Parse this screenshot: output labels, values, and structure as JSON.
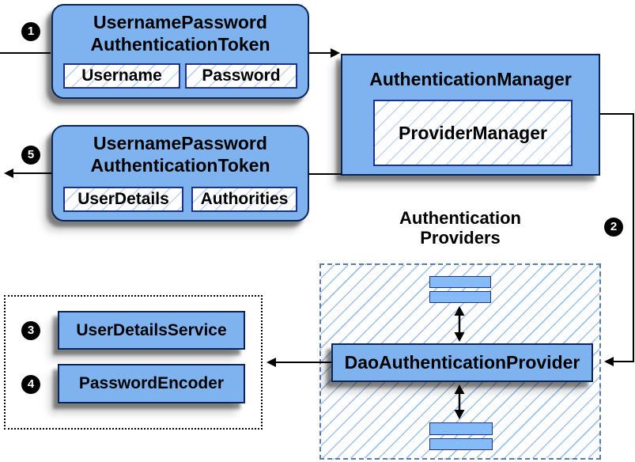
{
  "request_token": {
    "badge": "1",
    "title_line1": "UsernamePassword",
    "title_line2": "AuthenticationToken",
    "fields": [
      "Username",
      "Password"
    ]
  },
  "auth_manager": {
    "title": "AuthenticationManager",
    "inner_label": "ProviderManager"
  },
  "response_token": {
    "badge": "5",
    "title_line1": "UsernamePassword",
    "title_line2": "AuthenticationToken",
    "fields": [
      "UserDetails",
      "Authorities"
    ]
  },
  "providers": {
    "badge": "2",
    "group_label_line1": "Authentication",
    "group_label_line2": "Providers",
    "main_provider": "DaoAuthenticationProvider"
  },
  "services": {
    "user_details_service": {
      "badge": "3",
      "label": "UserDetailsService"
    },
    "password_encoder": {
      "badge": "4",
      "label": "PasswordEncoder"
    }
  },
  "colors": {
    "box_fill": "#7FB3F0",
    "box_border": "#0B2559",
    "inner_border": "#1D3186",
    "hatch_line": "#9CC3EE",
    "dashed_border": "#5B7CA8",
    "dotted_border": "#000000",
    "arrow": "#000000",
    "badge_bg": "#000000",
    "badge_fg": "#FFFFFF"
  }
}
